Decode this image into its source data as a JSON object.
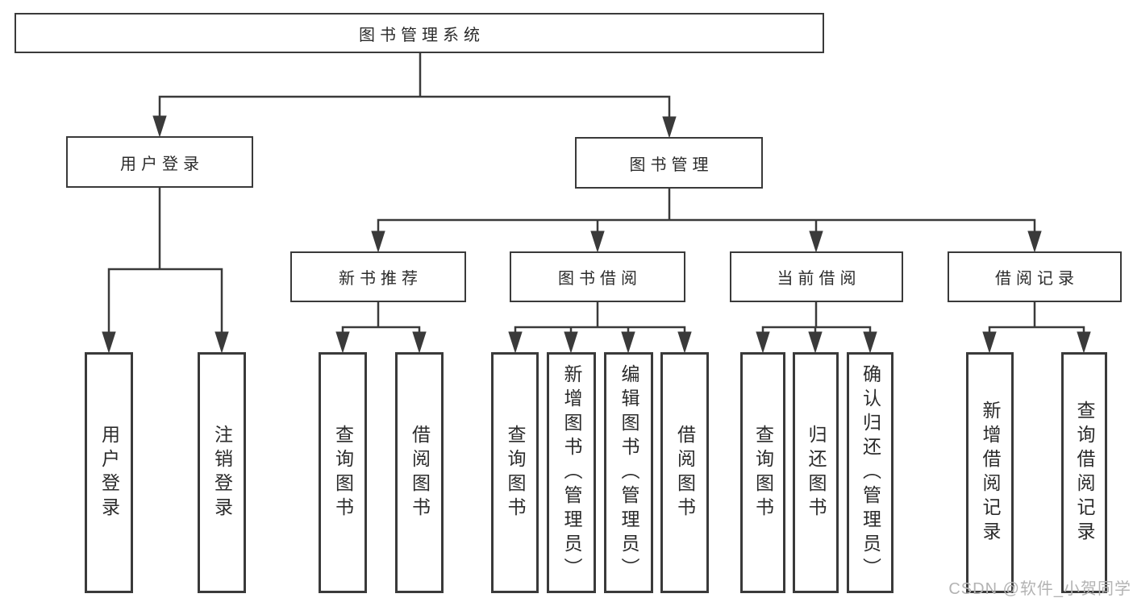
{
  "tree": {
    "label": "图书管理系统",
    "children": [
      {
        "label": "用户登录",
        "children": [
          {
            "label": "用户登录"
          },
          {
            "label": "注销登录"
          }
        ]
      },
      {
        "label": "图书管理",
        "children": [
          {
            "label": "新书推荐",
            "children": [
              {
                "label": "查询图书"
              },
              {
                "label": "借阅图书"
              }
            ]
          },
          {
            "label": "图书借阅",
            "children": [
              {
                "label": "查询图书"
              },
              {
                "label": "新增图书（管理员）"
              },
              {
                "label": "编辑图书（管理员）"
              },
              {
                "label": "借阅图书"
              }
            ]
          },
          {
            "label": "当前借阅",
            "children": [
              {
                "label": "查询图书"
              },
              {
                "label": "归还图书"
              },
              {
                "label": "确认归还（管理员）"
              }
            ]
          },
          {
            "label": "借阅记录",
            "children": [
              {
                "label": "新增借阅记录"
              },
              {
                "label": "查询借阅记录"
              }
            ]
          }
        ]
      }
    ]
  },
  "watermark": "CSDN @软件_小贺同学",
  "colors": {
    "line": "#3a3a3a",
    "text": "#2b2b2b",
    "watermark": "#b3b3b3",
    "background": "#ffffff"
  }
}
